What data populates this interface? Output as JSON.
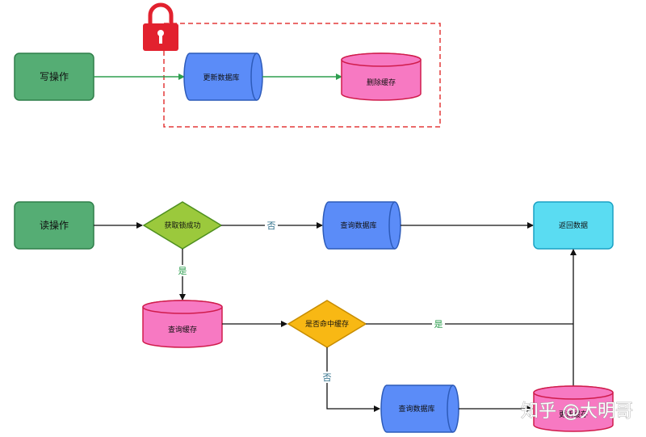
{
  "nodes": {
    "write_op": "写操作",
    "update_db": "更新数据库",
    "delete_cache": "删除缓存",
    "read_op": "读操作",
    "acquire_lock": "获取锁成功",
    "query_db_top": "查询数据库",
    "return_data": "返回数据",
    "query_cache": "查询缓存",
    "cache_hit": "是否命中缓存",
    "query_db_bottom": "查询数据库",
    "update_cache": "更新缓存"
  },
  "edge_labels": {
    "lock_no": "否",
    "lock_yes": "是",
    "hit_yes": "是",
    "hit_no": "否"
  },
  "watermark": "知乎 @大明哥",
  "icons": {
    "lock": "lock-icon"
  },
  "colors": {
    "green_box": "#55ad74",
    "blue_cylinder": "#5b8cf8",
    "pink_cylinder": "#f779c2",
    "diamond_green": "#9bc93c",
    "diamond_orange": "#f8b814",
    "cyan_box": "#5adcf2",
    "write_arrow": "#2e9e4f",
    "dashed_border": "#e33a3a",
    "lock": "#e2212e"
  }
}
